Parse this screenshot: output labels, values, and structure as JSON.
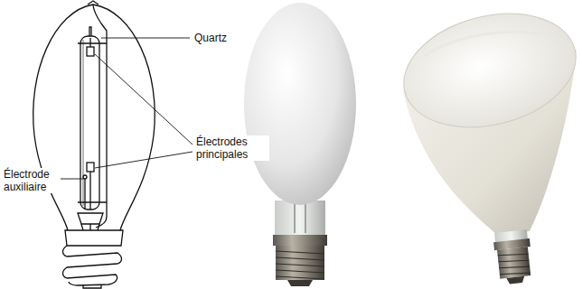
{
  "diagram": {
    "labels": [
      "Quartz",
      "Électrodes principales",
      "Électrode auxiliaire"
    ]
  }
}
